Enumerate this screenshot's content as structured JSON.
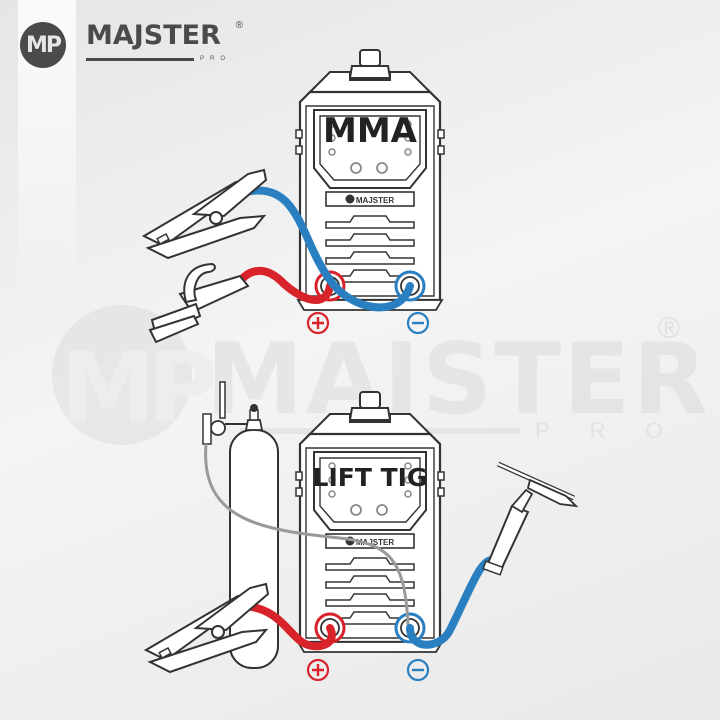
{
  "brand": {
    "logo_mark": "MP",
    "name": "MAJSTER",
    "registered": "®",
    "sub": "PRO",
    "color": "#4a4a4a"
  },
  "watermark": {
    "mark": "MP",
    "name": "MAJSTER",
    "registered": "®",
    "sub": "PRO"
  },
  "diagrams": [
    {
      "mode": "MMA",
      "device_badge": "MAJSTER",
      "accessories": [
        "earth-clamp",
        "electrode-holder"
      ],
      "terminals": {
        "positive": "+",
        "negative": "−"
      },
      "connections": {
        "electrode_holder": "positive",
        "earth_clamp": "negative"
      }
    },
    {
      "mode": "LIFT TIG",
      "device_badge": "MAJSTER",
      "accessories": [
        "gas-cylinder",
        "earth-clamp",
        "tig-torch"
      ],
      "terminals": {
        "positive": "+",
        "negative": "−"
      },
      "connections": {
        "earth_clamp": "positive",
        "tig_torch": "negative",
        "gas_hose": "negative"
      }
    }
  ],
  "colors": {
    "positive": "#d8232a",
    "negative": "#2a7fc1",
    "outline": "#333333",
    "gas_hose": "#9a9a9a"
  }
}
